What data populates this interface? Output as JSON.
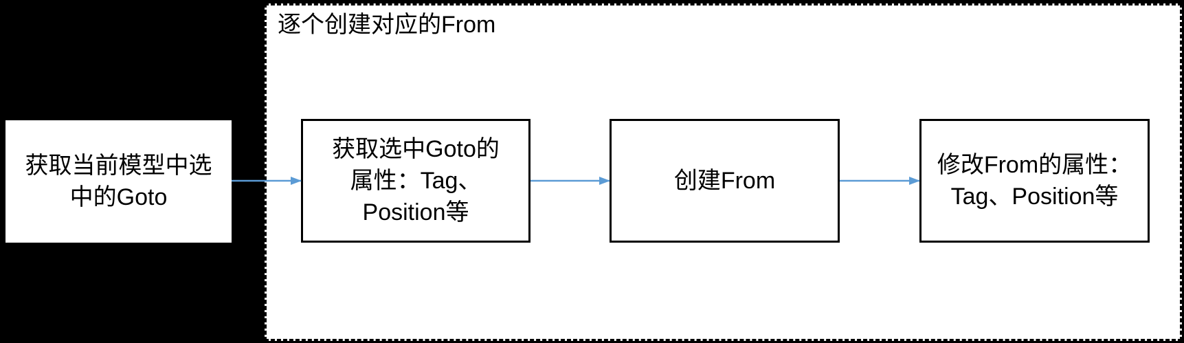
{
  "diagram": {
    "background_color": "#000000",
    "connector_color": "#5B9BD5",
    "group": {
      "title": "逐个创建对应的From",
      "border_style": "dashed"
    },
    "nodes": [
      {
        "label": "获取当前模型中选中的Goto",
        "lines": [
          "获取当前模型中选",
          "中的Goto"
        ]
      },
      {
        "label": "获取选中Goto的属性：Tag、Position等",
        "lines": [
          "获取选中Goto的",
          "属性：Tag、",
          "Position等"
        ]
      },
      {
        "label": "创建From",
        "lines": [
          "创建From"
        ]
      },
      {
        "label": "修改From的属性：Tag、Position等",
        "lines": [
          "修改From的属性：",
          "Tag、Position等"
        ]
      }
    ],
    "connectors": [
      {
        "from": "获取当前模型中选中的Goto",
        "to": "获取选中Goto的属性：Tag、Position等"
      },
      {
        "from": "获取选中Goto的属性：Tag、Position等",
        "to": "创建From"
      },
      {
        "from": "创建From",
        "to": "修改From的属性：Tag、Position等"
      }
    ]
  }
}
